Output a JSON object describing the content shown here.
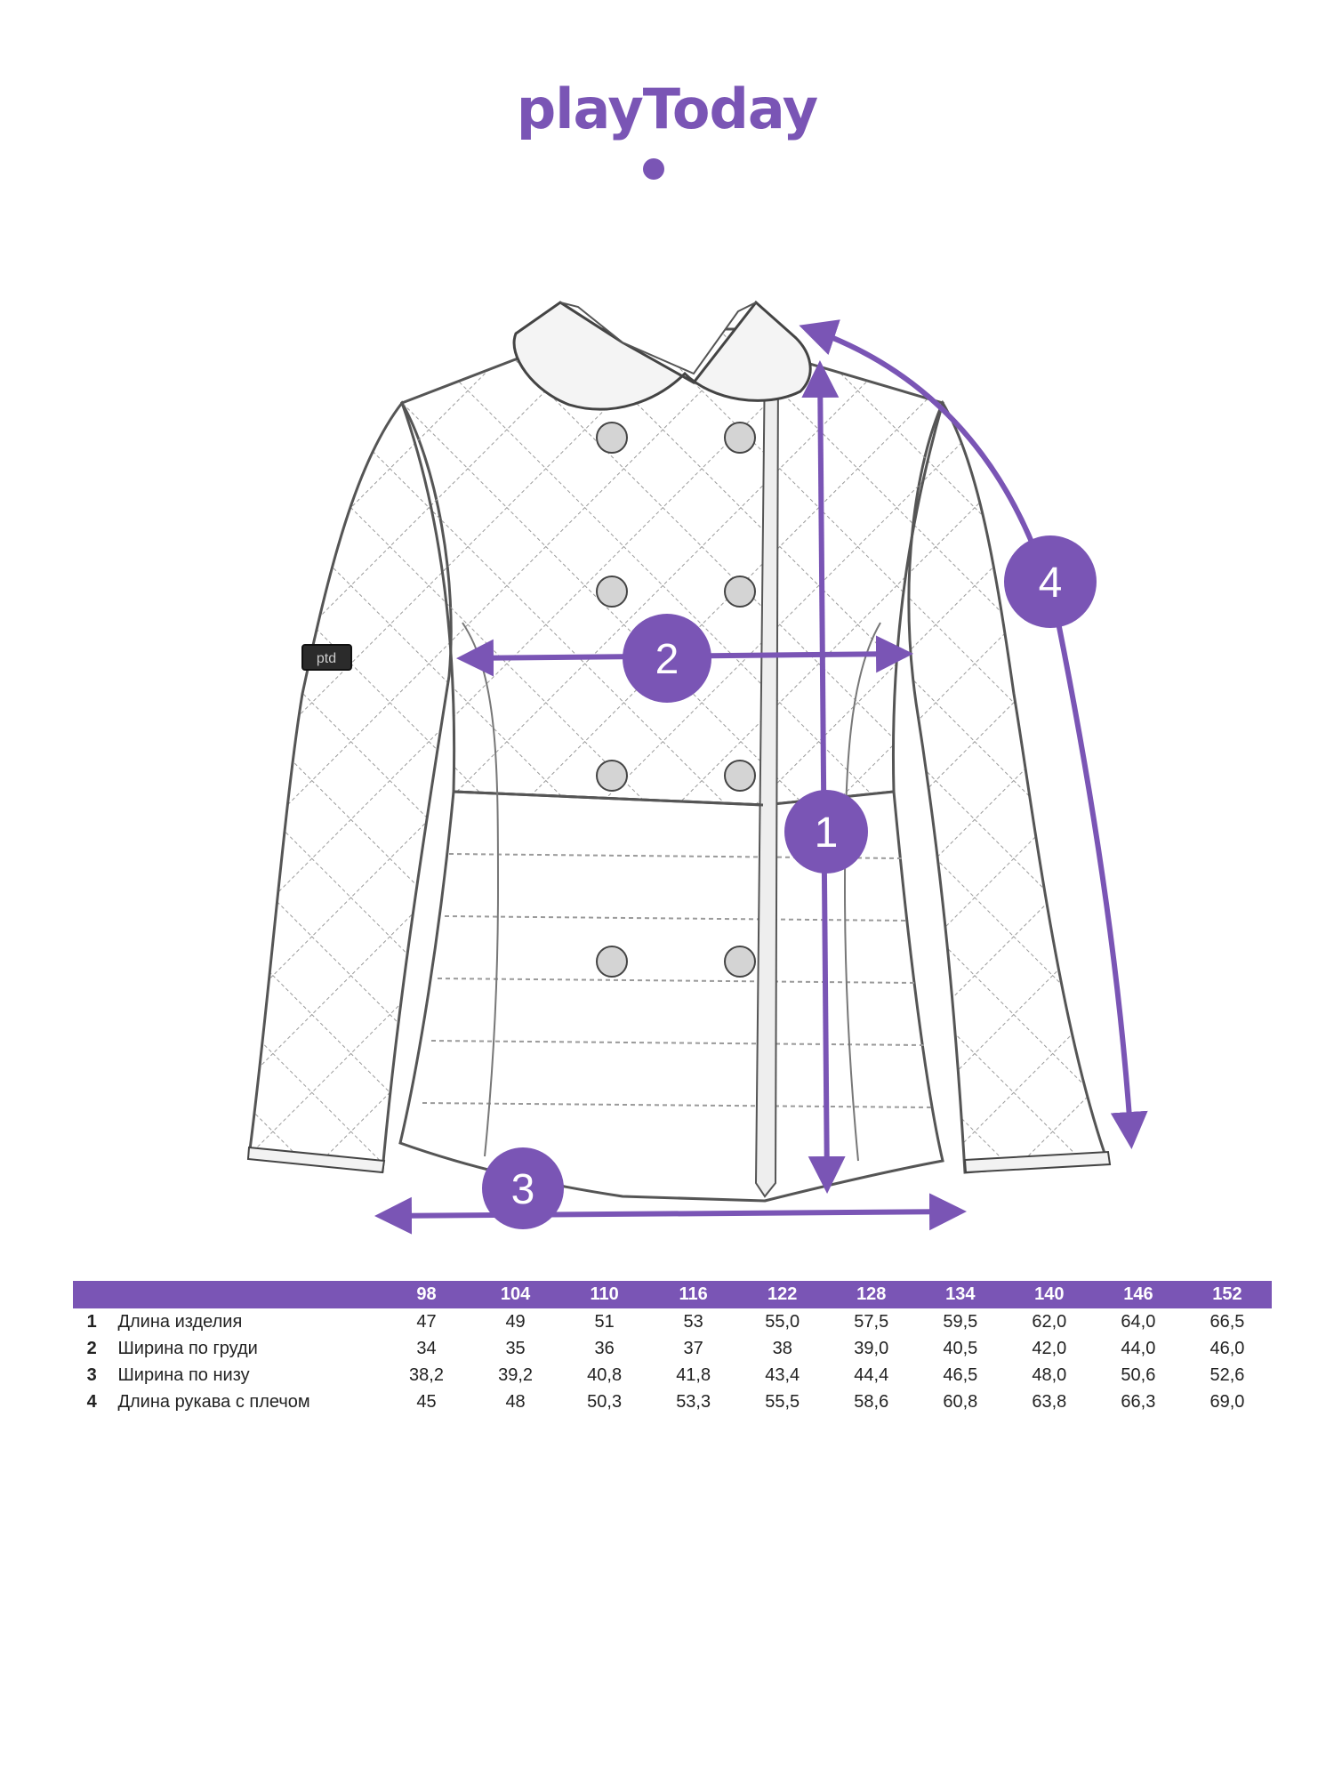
{
  "brand": {
    "logo_text": "playToday",
    "accent_color": "#7a55b5"
  },
  "diagram": {
    "badges": [
      "1",
      "2",
      "3",
      "4"
    ],
    "patch_text": "ptd"
  },
  "size_table": {
    "sizes": [
      "98",
      "104",
      "110",
      "116",
      "122",
      "128",
      "134",
      "140",
      "146",
      "152"
    ],
    "rows": [
      {
        "num": "1",
        "label": "Длина изделия",
        "values": [
          "47",
          "49",
          "51",
          "53",
          "55,0",
          "57,5",
          "59,5",
          "62,0",
          "64,0",
          "66,5"
        ]
      },
      {
        "num": "2",
        "label": "Ширина по груди",
        "values": [
          "34",
          "35",
          "36",
          "37",
          "38",
          "39,0",
          "40,5",
          "42,0",
          "44,0",
          "46,0"
        ]
      },
      {
        "num": "3",
        "label": "Ширина по низу",
        "values": [
          "38,2",
          "39,2",
          "40,8",
          "41,8",
          "43,4",
          "44,4",
          "46,5",
          "48,0",
          "50,6",
          "52,6"
        ]
      },
      {
        "num": "4",
        "label": "Длина рукава с плечом",
        "values": [
          "45",
          "48",
          "50,3",
          "53,3",
          "55,5",
          "58,6",
          "60,8",
          "63,8",
          "66,3",
          "69,0"
        ]
      }
    ]
  }
}
